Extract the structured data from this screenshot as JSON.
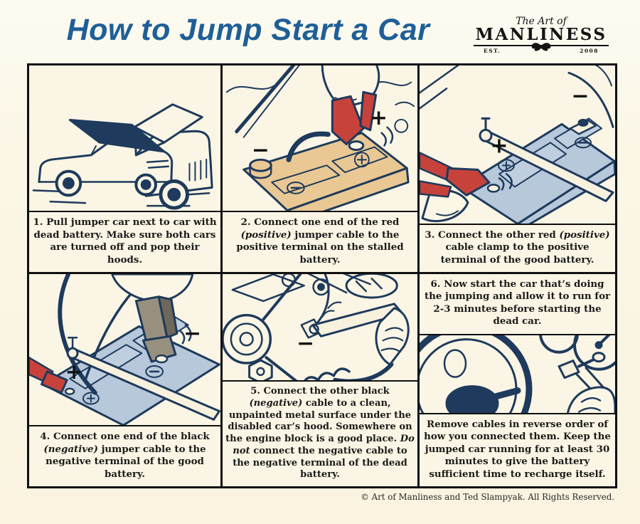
{
  "header": {
    "title": "How to Jump Start a Car",
    "logo": {
      "tagline": "The Art of",
      "name": "MANLINESS",
      "est": "EST.",
      "year": "2008"
    }
  },
  "palette": {
    "background_cream": "#faf5e4",
    "title_blue": "#1f5f97",
    "ink_navy": "#1e3a5c",
    "accent_red": "#c8423c",
    "battery_tan": "#eac894",
    "battery_blue": "#b7c8da",
    "border_black": "#101010"
  },
  "panels": {
    "p1": {
      "seg": [
        "1. Pull jumper car next to car with dead battery. Make sure both cars are turned off and pop their hoods."
      ]
    },
    "p2": {
      "seg": [
        "2. Connect one end of the red ",
        "(positive)",
        " jumper cable to the positive terminal on the stalled battery."
      ],
      "plus": "+",
      "minus": "−"
    },
    "p3": {
      "seg": [
        "3. Connect the other red ",
        "(positive)",
        " cable clamp to the positive terminal of the good battery."
      ],
      "plus": "+",
      "minus": "−"
    },
    "p4": {
      "seg": [
        "4. Connect one end of the black ",
        "(negative)",
        " jumper cable to the negative terminal of the good battery."
      ],
      "plus": "+",
      "minus": "−"
    },
    "p5": {
      "seg": [
        "5. Connect the other black ",
        "(negative)",
        " cable to a clean, unpainted metal surface under the disabled car’s hood. Somewhere on the engine block is a good place. ",
        "Do not",
        " connect the negative cable to the negative terminal of the dead battery."
      ],
      "minus": "−"
    },
    "p6": {
      "seg_top": [
        "6. Now start the car that’s doing the jumping and allow it to run for 2-3 minutes before starting the dead car."
      ],
      "seg_bottom": [
        "Remove cables in reverse order of how you connected them. Keep the jumped car running for at least 30 minutes to give the battery sufficient time to recharge itself."
      ]
    }
  },
  "footer": {
    "copyright": "© Art of Manliness and Ted Slampyak. All Rights Reserved."
  }
}
